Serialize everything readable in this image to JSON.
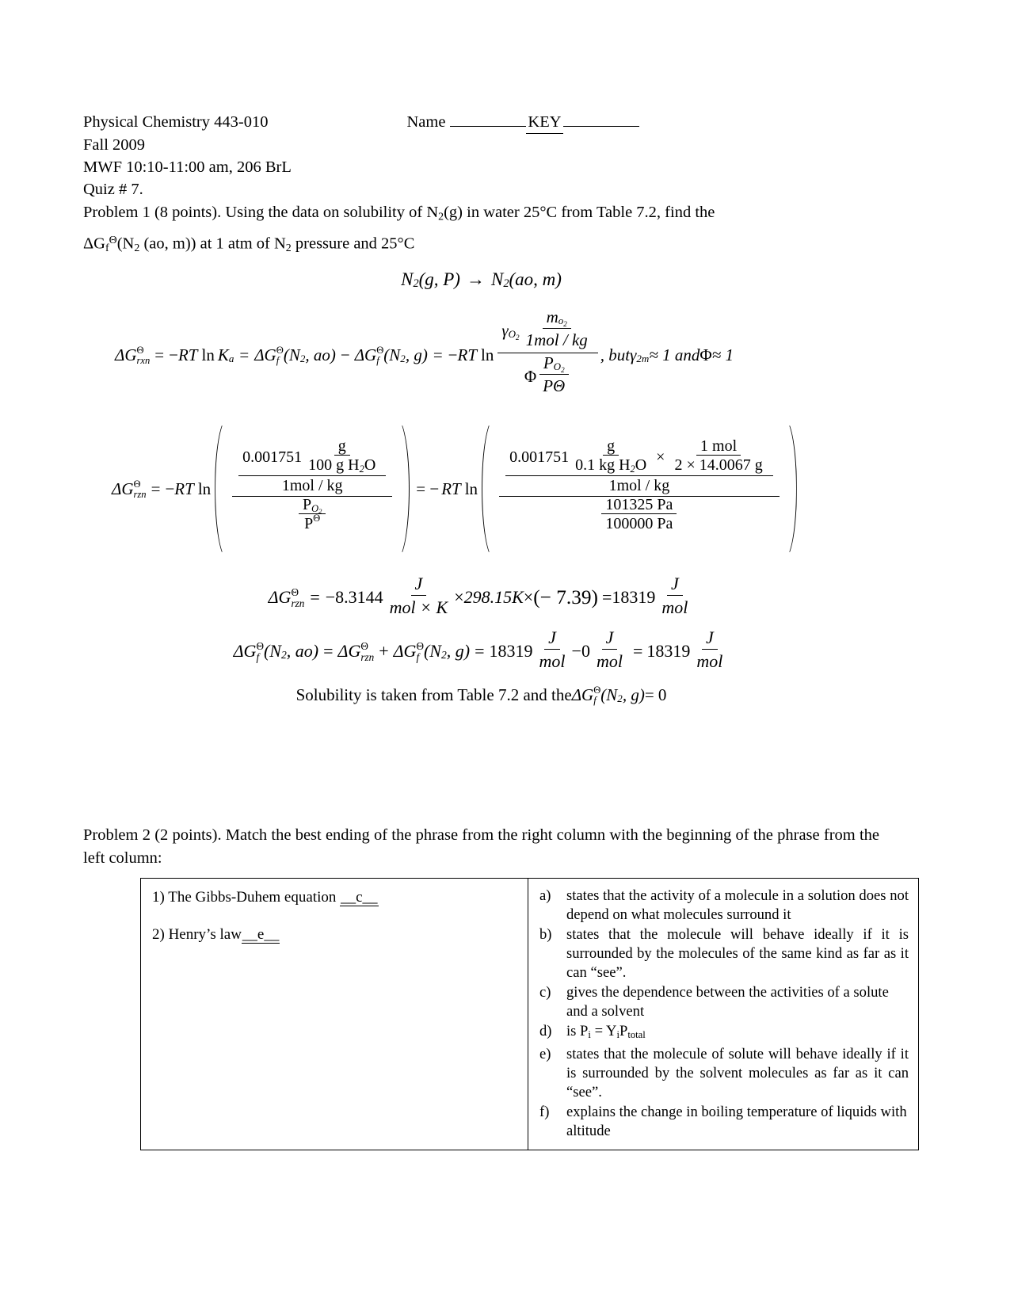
{
  "header": {
    "course": "Physical Chemistry 443-010",
    "term": "Fall 2009",
    "schedule": "MWF 10:10-11:00 am, 206 BrL",
    "quiz": "Quiz # 7.",
    "name_label": "Name",
    "name_value": "KEY"
  },
  "problem1": {
    "statement_part1": "Problem 1 (8 points). Using the data on solubility of N",
    "statement_sub1": "2",
    "statement_part2": "(g) in water 25°C from Table 7.2, find the",
    "statement_line2_a": "ΔG",
    "statement_line2_sub": "f",
    "statement_line2_sup": "Θ",
    "statement_line2_b": "(N",
    "statement_line2_sub2": "2",
    "statement_line2_c": " (ao, m)) at 1 atm of N",
    "statement_line2_sub3": "2",
    "statement_line2_d": " pressure and 25°C",
    "reaction": {
      "lhs_sym": "N",
      "lhs_sub": "2",
      "lhs_args": "(g, P)",
      "arrow": "→",
      "rhs_sym": "N",
      "rhs_sub": "2",
      "rhs_args": "(ao, m)"
    },
    "eq1": {
      "dG_sym": "ΔG",
      "dG_sub": "rxn",
      "dG_sup": "Θ",
      "eq": "=",
      "minusRTlnKa_minus": "−",
      "RT": "RT",
      "ln": "ln",
      "Ka_K": "K",
      "Ka_sub": "a",
      "dGf_sym": "ΔG",
      "dGf_sub": "f",
      "dGf_sup": "Θ",
      "arg_ao": "(N",
      "arg_ao_sub": "2",
      "arg_ao_end": ", ao)",
      "minus": "−",
      "arg_g": "(N",
      "arg_g_sub": "2",
      "arg_g_end": ", g)",
      "gamma": "γ",
      "gamma_sub": "O",
      "gamma_sub2": "2",
      "m_sym": "m",
      "m_sub": "o",
      "m_sub2": "2",
      "one_mol_kg": "1mol / kg",
      "phi": "Φ",
      "P_sym": "P",
      "P_sub": "O",
      "P_sub2": "2",
      "P_std": "PΘ",
      "tail_comma": ", but ",
      "gamma2m": "γ",
      "gamma2m_sub": "2m",
      "approx1": " ≈ 1 and ",
      "phi2": "Φ",
      "approx2": " ≈ 1"
    },
    "eq2": {
      "lhs_sym": "ΔG",
      "lhs_sub": "rzn",
      "lhs_sup": "Θ",
      "eq": "=",
      "minus": "−",
      "RT": "RT",
      "ln": "ln",
      "left_num_coeff": "0.001751",
      "left_num_frac_num": "g",
      "left_num_frac_den": "100 g H",
      "left_num_frac_den_sub": "2",
      "left_num_frac_den_end": "O",
      "left_mid": "1mol / kg",
      "left_den_P": "P",
      "left_den_P_sub": "O",
      "left_den_P_sub2": "2",
      "left_den_Pstd": "P",
      "left_den_Pstd_sup": "Θ",
      "eq2sign": "= −",
      "RT2": "RT",
      "ln2": "ln",
      "right_num_coeff": "0.001751",
      "right_num_frac_num": "g",
      "right_num_frac_den": "0.1 kg H",
      "right_num_frac_den_sub": "2",
      "right_num_frac_den_end": "O",
      "times": "×",
      "right_num_frac2_num": "1 mol",
      "right_num_frac2_den": "2 × 14.0067 g",
      "right_mid": "1mol / kg",
      "right_den_num": "101325 Pa",
      "right_den_den": "100000 Pa"
    },
    "eq3": {
      "lhs_sym": "ΔG",
      "lhs_sub": "rzn",
      "lhs_sup": "Θ",
      "eq": "=",
      "value": "−8.3144",
      "R_num": "J",
      "R_den": "mol × K",
      "times1": "× ",
      "temp": "298.15K",
      "times2": " × ",
      "lnval": "(− 7.39)",
      "equals": "= ",
      "result": "18319",
      "result_num": "J",
      "result_den": "mol"
    },
    "eq4": {
      "lhs_sym": "ΔG",
      "lhs_sub": "f",
      "lhs_sup": "Θ",
      "lhs_arg": "(N",
      "lhs_arg_sub": "2",
      "lhs_arg_end": ", ao)",
      "eq": "=",
      "t1_sym": "ΔG",
      "t1_sub": "rzn",
      "t1_sup": "Θ",
      "plus": "+",
      "t2_sym": "ΔG",
      "t2_sub": "f",
      "t2_sup": "Θ",
      "t2_arg": "(N",
      "t2_arg_sub": "2",
      "t2_arg_end": ", g)",
      "eq2": "=",
      "v1": "18319",
      "v1_num": "J",
      "v1_den": "mol",
      "minus": "− ",
      "v2": "0",
      "v2_num": "J",
      "v2_den": "mol",
      "eq3": "=",
      "v3": "18319",
      "v3_num": "J",
      "v3_den": "mol"
    },
    "note": {
      "text": "Solubility is taken from Table 7.2 and the ",
      "sym": "ΔG",
      "sub": "f",
      "sup": "Θ",
      "arg": "(N",
      "arg_sub": "2",
      "arg_end": ", g)",
      "equals": " = 0"
    }
  },
  "problem2": {
    "statement": "Problem 2 (2 points).  Match the best ending of the phrase from the right column with the beginning of the phrase from the left column:",
    "left_items": [
      {
        "text": "1) The Gibbs-Duhem equation ",
        "answer": "c"
      },
      {
        "text": "2) Henry’s law",
        "answer": "e"
      }
    ],
    "right_options": [
      {
        "marker": "a)",
        "text": "states that the activity of a molecule in a solution does not depend on what molecules surround it",
        "justify": true
      },
      {
        "marker": "b)",
        "text": "states that the molecule will behave ideally if it is surrounded by the molecules of the same kind as far as it can “see”.",
        "justify": true
      },
      {
        "marker": "c)",
        "text": "gives the dependence between the activities of a solute and a solvent",
        "justify": false
      },
      {
        "marker": "d)",
        "text": "",
        "justify": false,
        "math": true
      },
      {
        "marker": "e)",
        "text": "states that the molecule of solute will behave ideally if it is surrounded by the solvent molecules as far as it can “see”.",
        "justify": true
      },
      {
        "marker": "f)",
        "text": "explains the change in boiling temperature of liquids with altitude",
        "justify": false
      }
    ],
    "option_d_math": {
      "prefix": "is P",
      "sub1": "i",
      "eq": " = Y",
      "sub2": "i",
      "P2": "P",
      "sub3": "total"
    }
  }
}
